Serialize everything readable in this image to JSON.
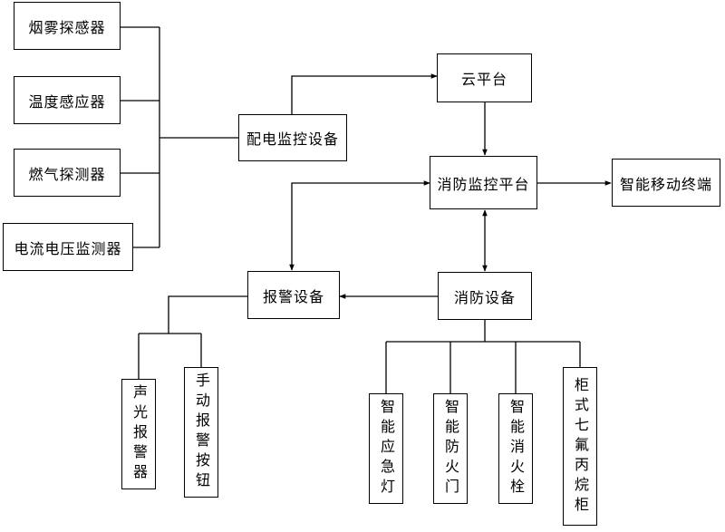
{
  "nodes": {
    "smoke": "烟雾探感器",
    "temp": "温度感应器",
    "gas": "燃气探测器",
    "current": "电流电压监测器",
    "dist": "配电监控设备",
    "cloud": "云平台",
    "monitor": "消防监控平台",
    "mobile": "智能移动终端",
    "alarm": "报警设备",
    "fire_eq": "消防设备",
    "sound_light": "声光报警器",
    "manual_btn": "手动报警按钮",
    "emergency_light": "智能应急灯",
    "fire_door": "智能防火门",
    "hydrant": "智能消火栓",
    "cabinet": "柜式七氟丙烷柜"
  }
}
